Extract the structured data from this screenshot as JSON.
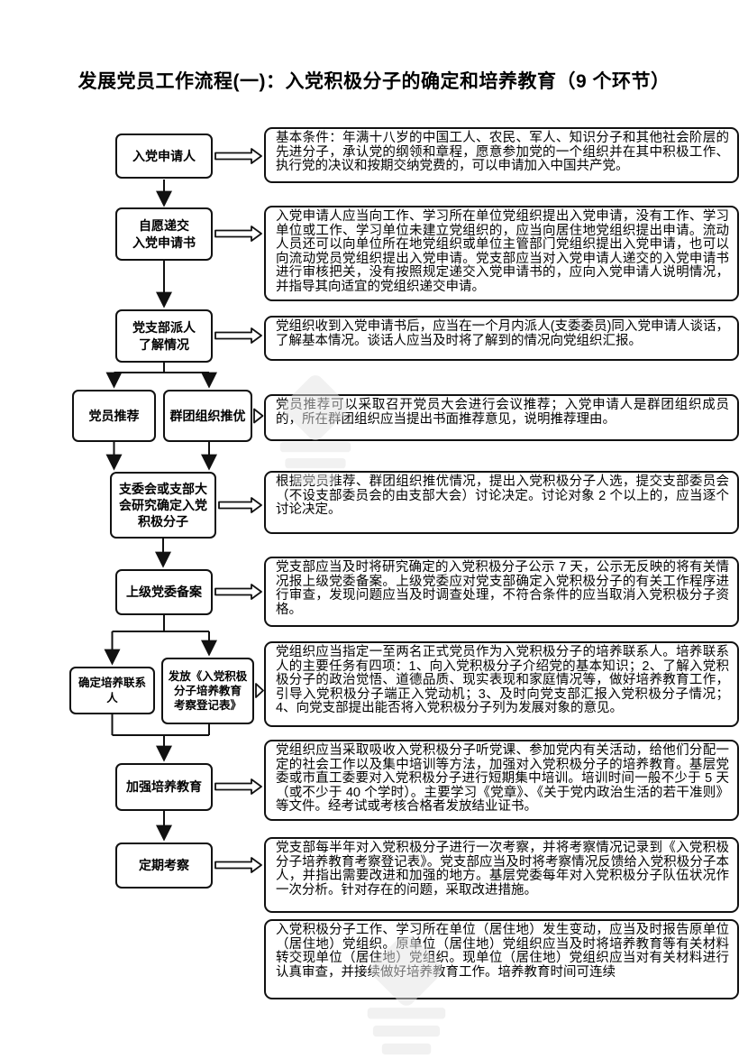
{
  "title": "发展党员工作流程(一)：入党积极分子的确定和培养教育（9 个环节）",
  "nodes": [
    {
      "id": "applicant",
      "label": "入党申请人"
    },
    {
      "id": "submit-application",
      "label": "自愿递交\n入党申请书"
    },
    {
      "id": "branch-investigate",
      "label": "党支部派人\n了解情况"
    },
    {
      "id": "member-recommend",
      "label": "党员推荐"
    },
    {
      "id": "group-recommend",
      "label": "群团组织推优"
    },
    {
      "id": "committee-confirm",
      "label": "支委会或支部大\n会研究确定入党\n积极分子"
    },
    {
      "id": "higher-committee-record",
      "label": "上级党委备案"
    },
    {
      "id": "assign-contacts",
      "label": "确定培养联系人"
    },
    {
      "id": "issue-form",
      "label": "发放《入党积极\n分子培养教育\n考察登记表》"
    },
    {
      "id": "strengthen-training",
      "label": "加强培养教育"
    },
    {
      "id": "periodic-review",
      "label": "定期考察"
    }
  ],
  "descriptions": [
    {
      "text": "基本条件：年满十八岁的中国工人、农民、军人、知识分子和其他社会阶层的先进分子，承认党的纲领和章程，愿意参加党的一个组织并在其中积极工作、执行党的决议和按期交纳党费的，可以申请加入中国共产党。"
    },
    {
      "text": "入党申请人应当向工作、学习所在单位党组织提出入党申请，没有工作、学习单位或工作、学习单位未建立党组织的，应当向居住地党组织提出申请。流动人员还可以向单位所在地党组织或单位主管部门党组织提出入党申请，也可以向流动党员党组织提出入党申请。党支部应当对入党申请人递交的入党申请书进行审核把关，没有按照规定递交入党申请书的，应向入党申请人说明情况，并指导其向适宜的党组织递交申请。"
    },
    {
      "text": "党组织收到入党申请书后，应当在一个月内派人(支委委员)同入党申请人谈话，了解基本情况。谈话人应当及时将了解到的情况向党组织汇报。"
    },
    {
      "text": "党员推荐可以采取召开党员大会进行会议推荐；入党申请人是群团组织成员的，所在群团组织应当提出书面推荐意见，说明推荐理由。"
    },
    {
      "text": "根据党员推荐、群团组织推优情况，提出入党积极分子人选，提交支部委员会（不设支部委员会的由支部大会）讨论决定。讨论对象 2 个以上的，应当逐个讨论决定。"
    },
    {
      "text": "党支部应当及时将研究确定的入党积极分子公示 7 天，公示无反映的将有关情况报上级党委备案。上级党委应对党支部确定入党积极分子的有关工作程序进行审查，发现问题应当及时调查处理，不符合条件的应当取消入党积极分子资格。"
    },
    {
      "text": "党组织应当指定一至两名正式党员作为入党积极分子的培养联系人。培养联系人的主要任务有四项：1、向入党积极分子介绍党的基本知识；2、了解入党积极分子的政治觉悟、道德品质、现实表现和家庭情况等，做好培养教育工作，引导入党积极分子端正入党动机；3、及时向党支部汇报入党积极分子情况；4、向党支部提出能否将入党积极分子列为发展对象的意见。"
    },
    {
      "text": "党组织应当采取吸收入党积极分子听党课、参加党内有关活动，给他们分配一定的社会工作以及集中培训等方法，加强对入党积极分子的培养教育。基层党委或市直工委要对入党积极分子进行短期集中培训。培训时间一般不少于 5 天（或不少于 40 个学时）。主要学习《党章》、《关于党内政治生活的若干准则》等文件。经考试或考核合格者发放结业证书。"
    },
    {
      "text": "党支部每半年对入党积极分子进行一次考察，并将考察情况记录到《入党积极分子培养教育考察登记表》。党支部应当及时将考察情况反馈给入党积极分子本人，并指出需要改进和加强的地方。基层党委每年对入党积极分子队伍状况作一次分析。针对存在的问题，采取改进措施。"
    },
    {
      "text": "入党积极分子工作、学习所在单位（居住地）发生变动，应当及时报告原单位（居住地）党组织。原单位（居住地）党组织应当及时将培养教育等有关材料转交现单位（居住地）党组织。现单位（居住地）党组织应当对有关材料进行认真审查，并接续做好培养教育工作。培养教育时间可连续"
    }
  ],
  "watermark": {
    "name": "faint-logo-watermark"
  }
}
